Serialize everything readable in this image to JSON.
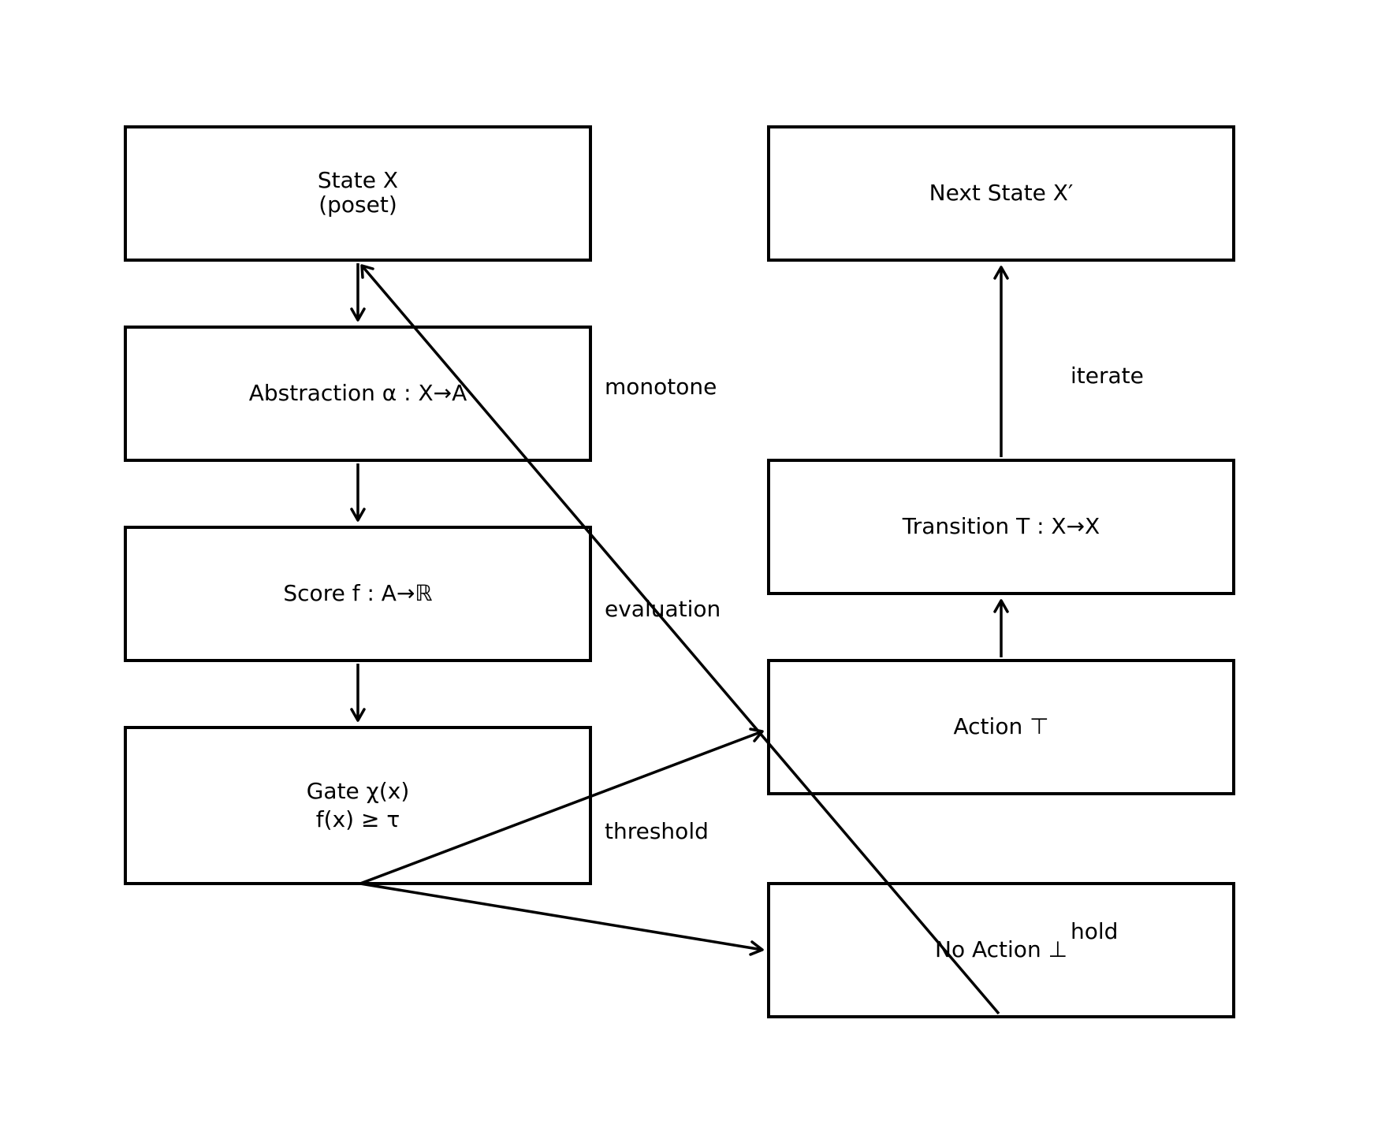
{
  "nodes": {
    "state": {
      "line1": "State X",
      "line2": "(poset)"
    },
    "abstraction": {
      "line1": "Abstraction α : X→A"
    },
    "score": {
      "line1": "Score f : A→ℝ"
    },
    "gate": {
      "line1": "Gate χ(x)",
      "line2": "f(x) ≥ τ"
    },
    "next_state": {
      "line1": "Next State X′"
    },
    "transition": {
      "line1": "Transition T : X→X"
    },
    "action": {
      "line1": "Action ⊤"
    },
    "no_action": {
      "line1": "No Action ⊥"
    }
  },
  "edge_labels": {
    "monotone": "monotone",
    "evaluation": "evaluation",
    "threshold": "threshold",
    "iterate": "iterate",
    "hold": "hold"
  },
  "colors": {
    "stroke": "#000000",
    "background": "#ffffff"
  }
}
